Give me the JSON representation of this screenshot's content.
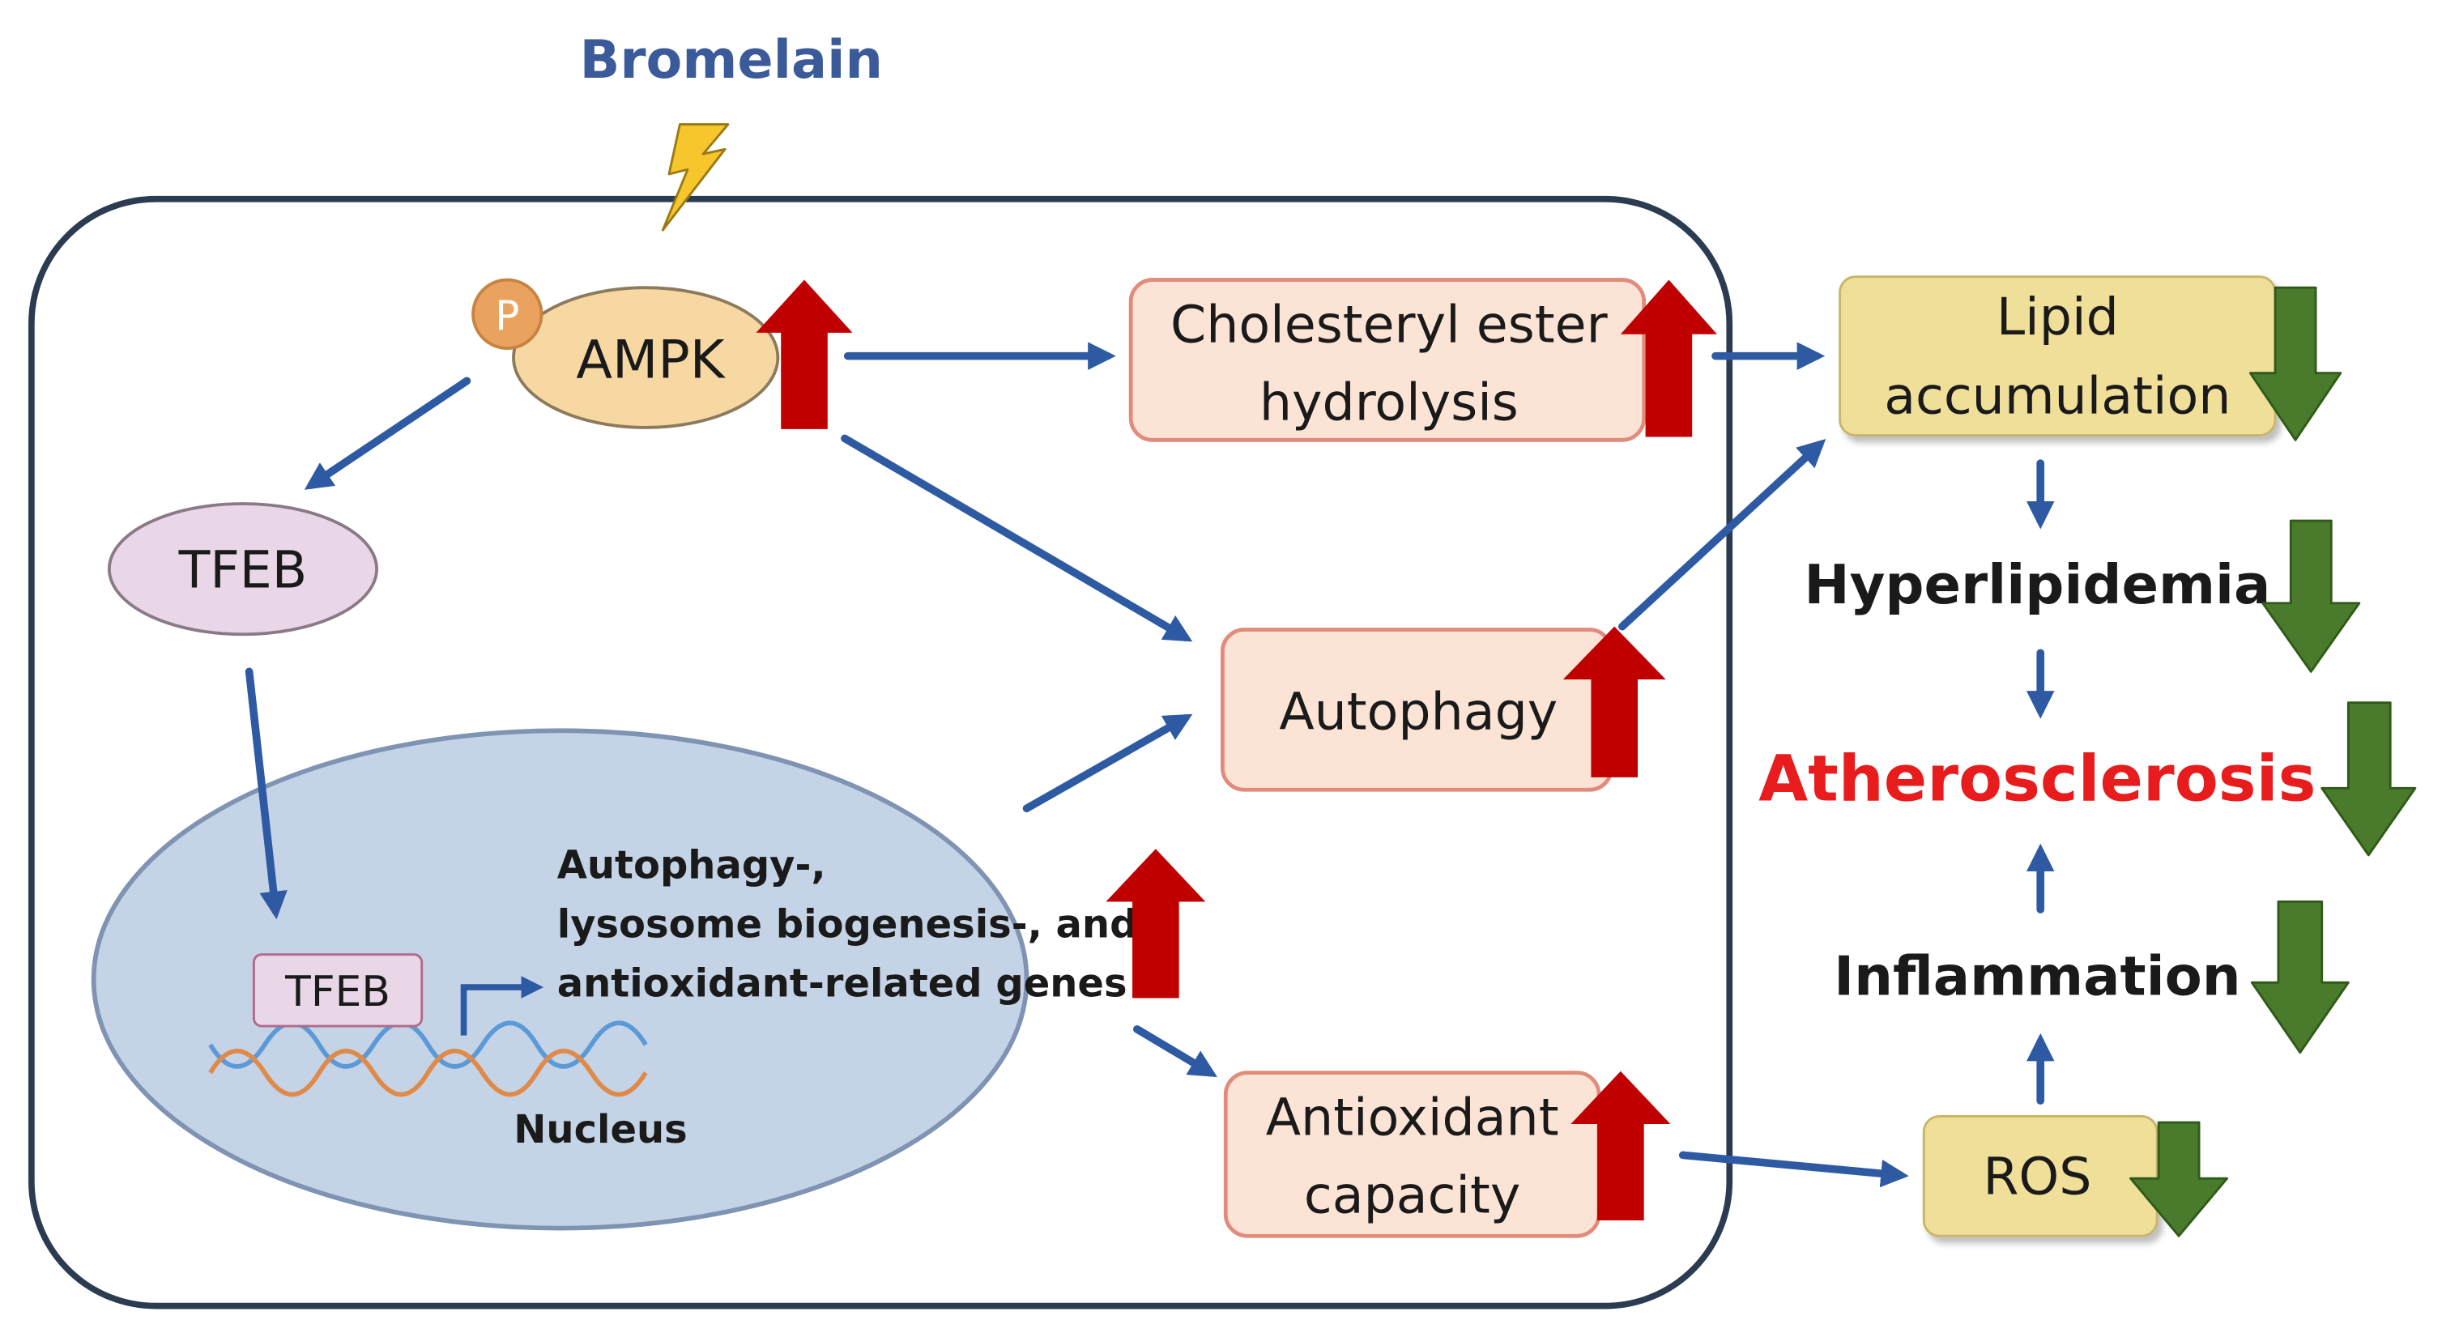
{
  "labels": {
    "bromelain": "Bromelain",
    "phospho": "P",
    "ampk": "AMPK",
    "tfeb": "TFEB",
    "tfeb_nuclear": "TFEB",
    "nucleus": "Nucleus",
    "genes_line1": "Autophagy-,",
    "genes_line2": "lysosome biogenesis-, and",
    "genes_line3": "antioxidant-related genes",
    "cholesteryl_line1": "Cholesteryl ester",
    "cholesteryl_line2": "hydrolysis",
    "autophagy": "Autophagy",
    "antioxidant_line1": "Antioxidant",
    "antioxidant_line2": "capacity",
    "lipid_line1": "Lipid",
    "lipid_line2": "accumulation",
    "hyperlipidemia": "Hyperlipidemia",
    "atherosclerosis": "Atherosclerosis",
    "inflammation": "Inflammation",
    "ros": "ROS"
  },
  "effects": {
    "ampk": "up",
    "cholesteryl_ester_hydrolysis": "up",
    "autophagy": "up",
    "gene_expression": "up",
    "antioxidant_capacity": "up",
    "lipid_accumulation": "down",
    "hyperlipidemia": "down",
    "atherosclerosis": "down",
    "inflammation": "down",
    "ros": "down"
  },
  "colors": {
    "bromelain_text": "#3a5a9a",
    "atherosclerosis_text": "#e81c1c",
    "arrow_blue": "#2e5aa3",
    "up_arrow": "#c00000",
    "down_arrow": "#4a7a2c",
    "cell_border": "#2b3b52",
    "lightning_fill": "#f7c62c",
    "ampk_fill": "#f7d7a2",
    "tfeb_fill": "#e9d6e6",
    "nucleus_fill": "#c5d3e6",
    "process_box_fill": "#fbe4d5",
    "process_box_border": "#e08b7c",
    "outcome_box_fill": "#efdf98"
  },
  "icons": {
    "lightning": "lightning-bolt-icon",
    "dna": "dna-helix-icon",
    "up": "up-arrow-icon",
    "down": "down-arrow-icon"
  }
}
